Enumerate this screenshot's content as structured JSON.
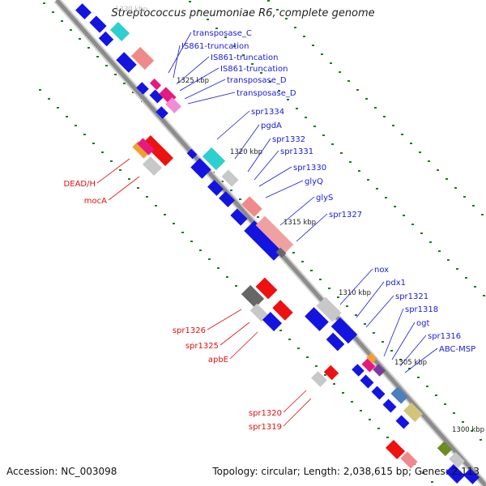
{
  "title": "Streptococcus pneumoniae R6, complete genome",
  "footer": {
    "accession": "Accession: NC_003098",
    "summary": "Topology: circular; Length: 2,038,615 bp; Genes: 2,113"
  },
  "scale_ticks": [
    "1330 kbp",
    "1325 kbp",
    "1320 kbp",
    "1315 kbp",
    "1310 kbp",
    "1305 kbp",
    "1300 kbp"
  ],
  "plus_strand_labels": [
    "transposase_C",
    "IS861-truncation",
    "IS861-truncation",
    "IS861-truncation",
    "transposase_D",
    "transposase_D",
    "spr1334",
    "pgdA",
    "spr1332",
    "spr1331",
    "spr1330",
    "glyQ",
    "glyS",
    "spr1327",
    "nox",
    "pdx1",
    "spr1321",
    "spr1318",
    "ogt",
    "spr1316",
    "ABC-MSP"
  ],
  "minus_strand_labels": [
    "DEAD/H",
    "mocA",
    "spr1326",
    "spr1325",
    "apbE",
    "spr1320",
    "spr1319"
  ],
  "colors": {
    "plus_label": "#1a1ad6",
    "minus_label": "#e01010",
    "backbone": "#8c8c8c",
    "tick_dots": "#1f7a1f"
  }
}
